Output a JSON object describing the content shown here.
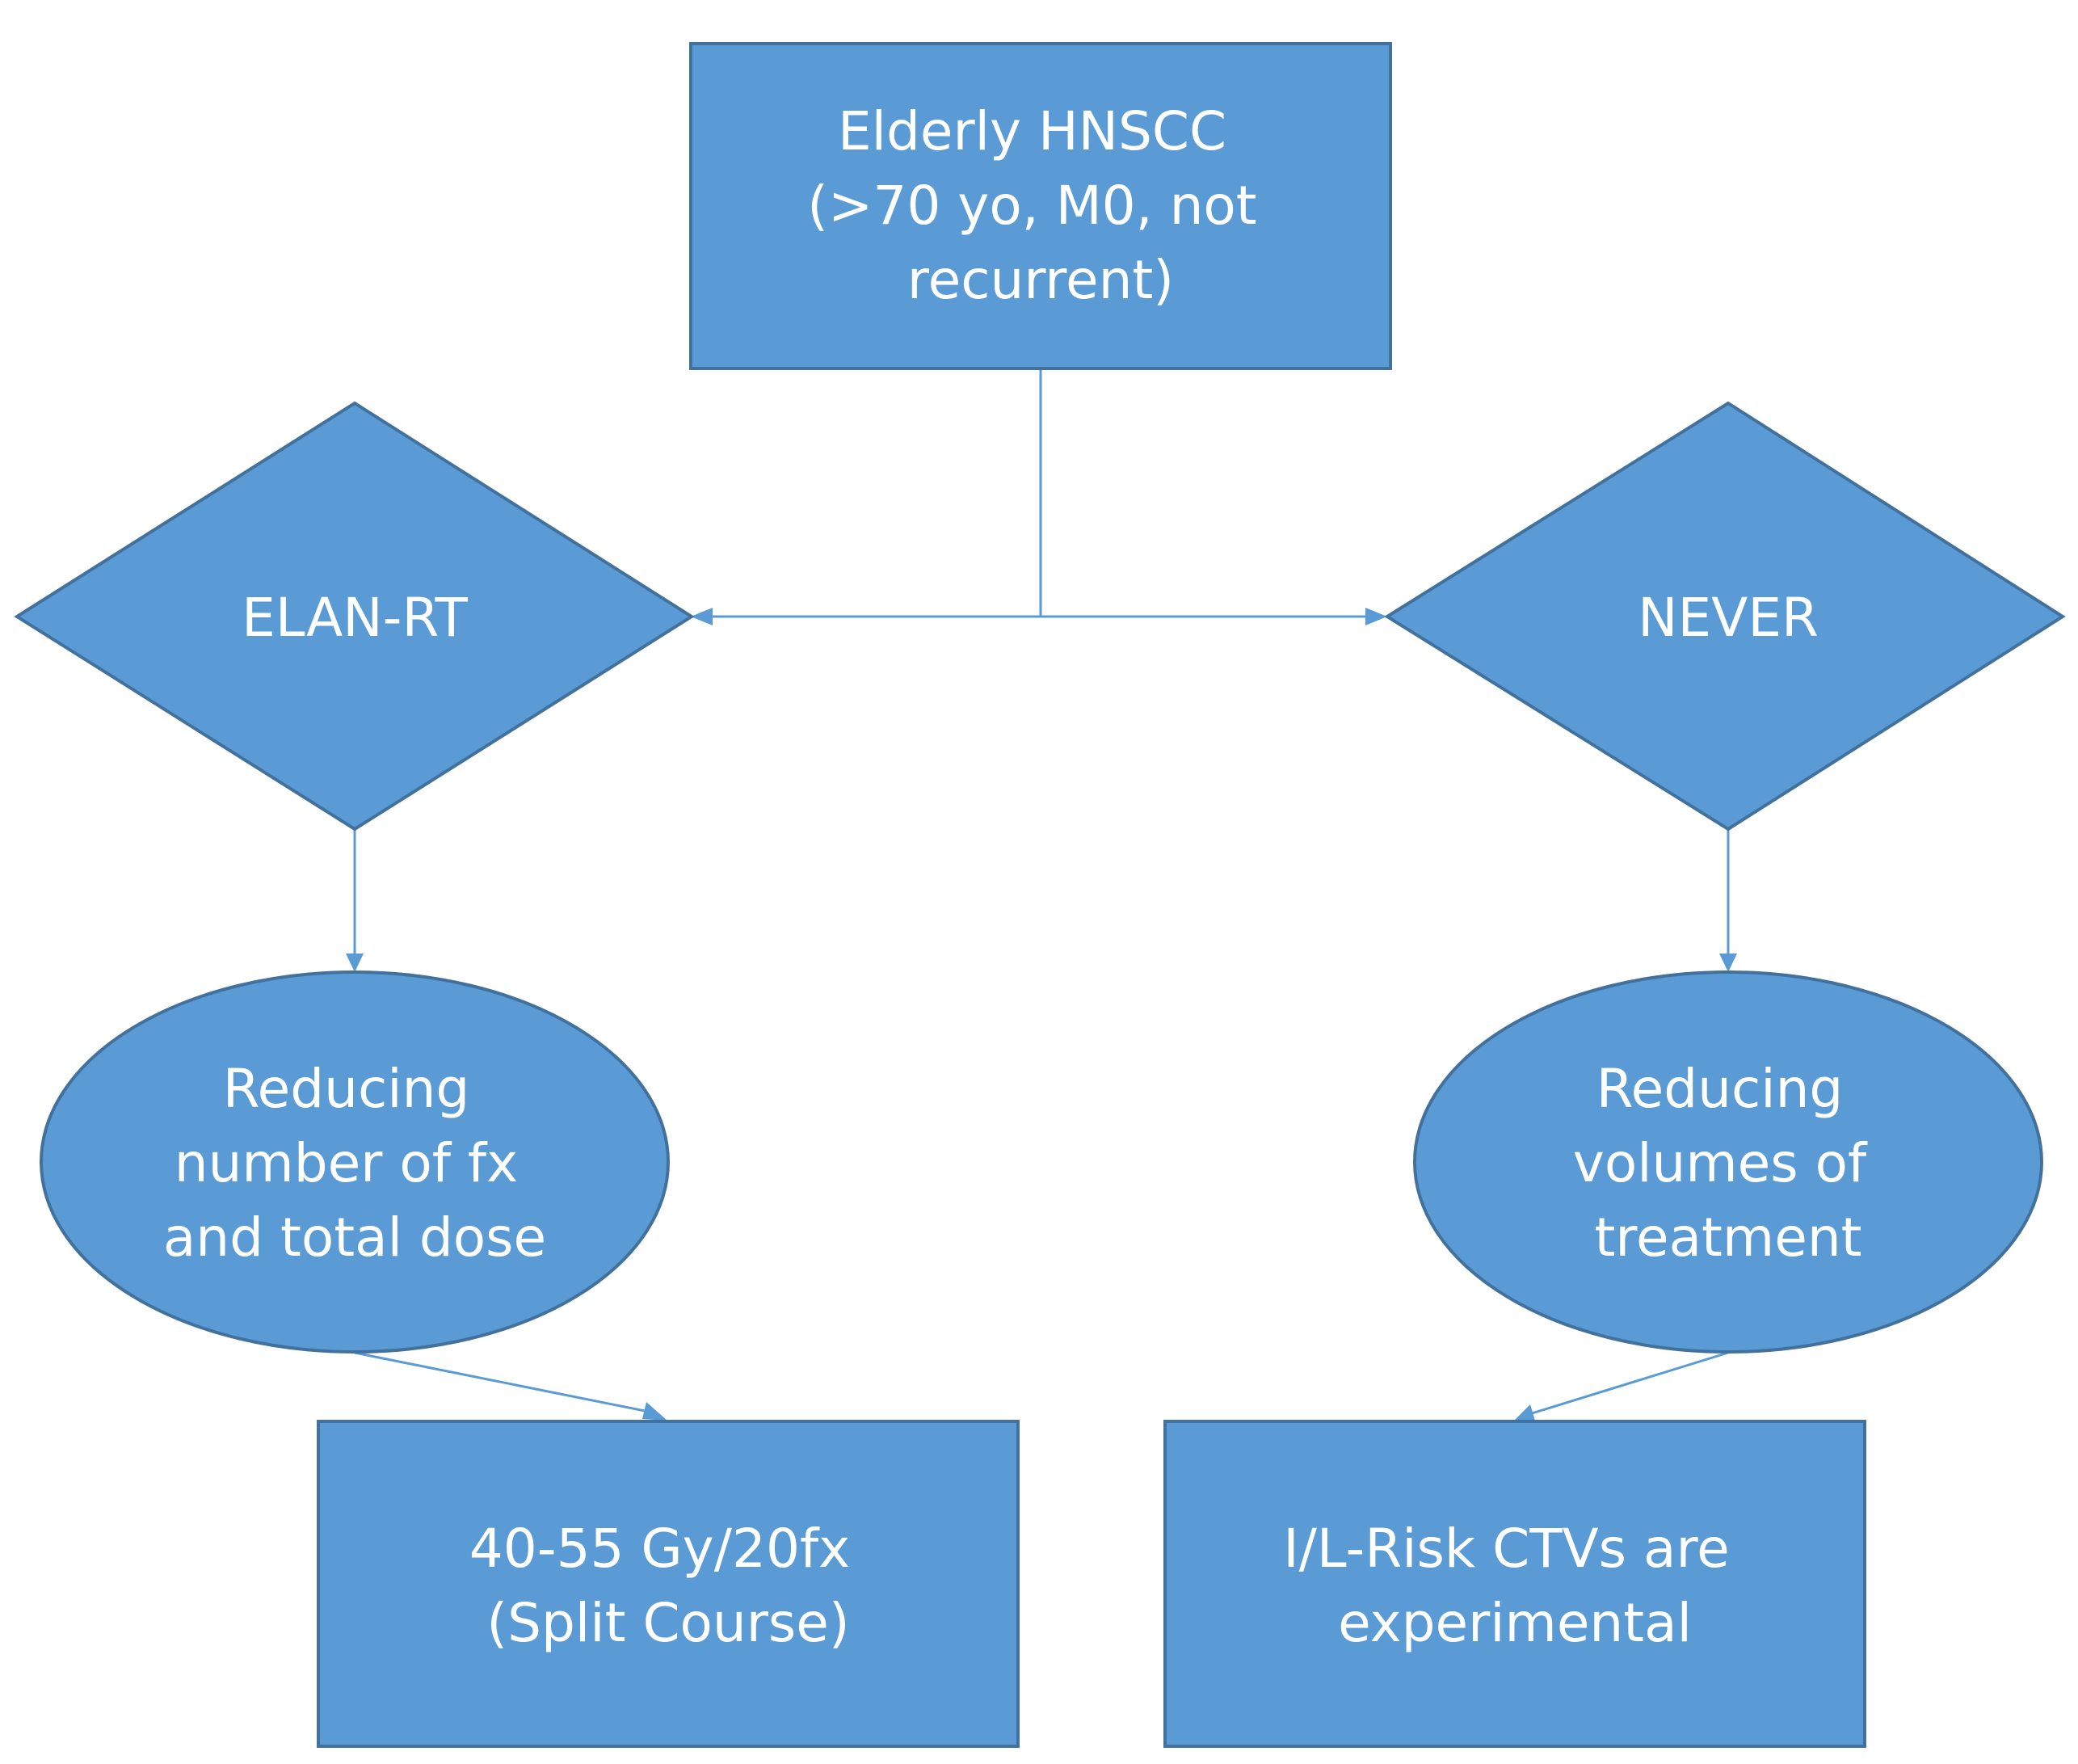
{
  "nodes": {
    "root": {
      "lines": [
        "Elderly HNSCC",
        "(>70 yo, M0, not",
        "recurrent)"
      ]
    },
    "left_decision": {
      "lines": [
        "ELAN-RT"
      ]
    },
    "right_decision": {
      "lines": [
        "NEVER"
      ]
    },
    "left_approach": {
      "lines": [
        "Reducing",
        "number of fx",
        "and total dose"
      ]
    },
    "right_approach": {
      "lines": [
        "Reducing",
        "volumes of",
        "treatment"
      ]
    },
    "left_result": {
      "lines": [
        "40-55 Gy/20fx",
        "(Split Course)"
      ]
    },
    "right_result": {
      "lines": [
        "I/L-Risk CTVs are",
        "experimental"
      ]
    }
  },
  "colors": {
    "node_fill": "#5b9bd5",
    "node_border": "#41719c",
    "connector": "#5b9bd5",
    "text": "#ffffff"
  }
}
